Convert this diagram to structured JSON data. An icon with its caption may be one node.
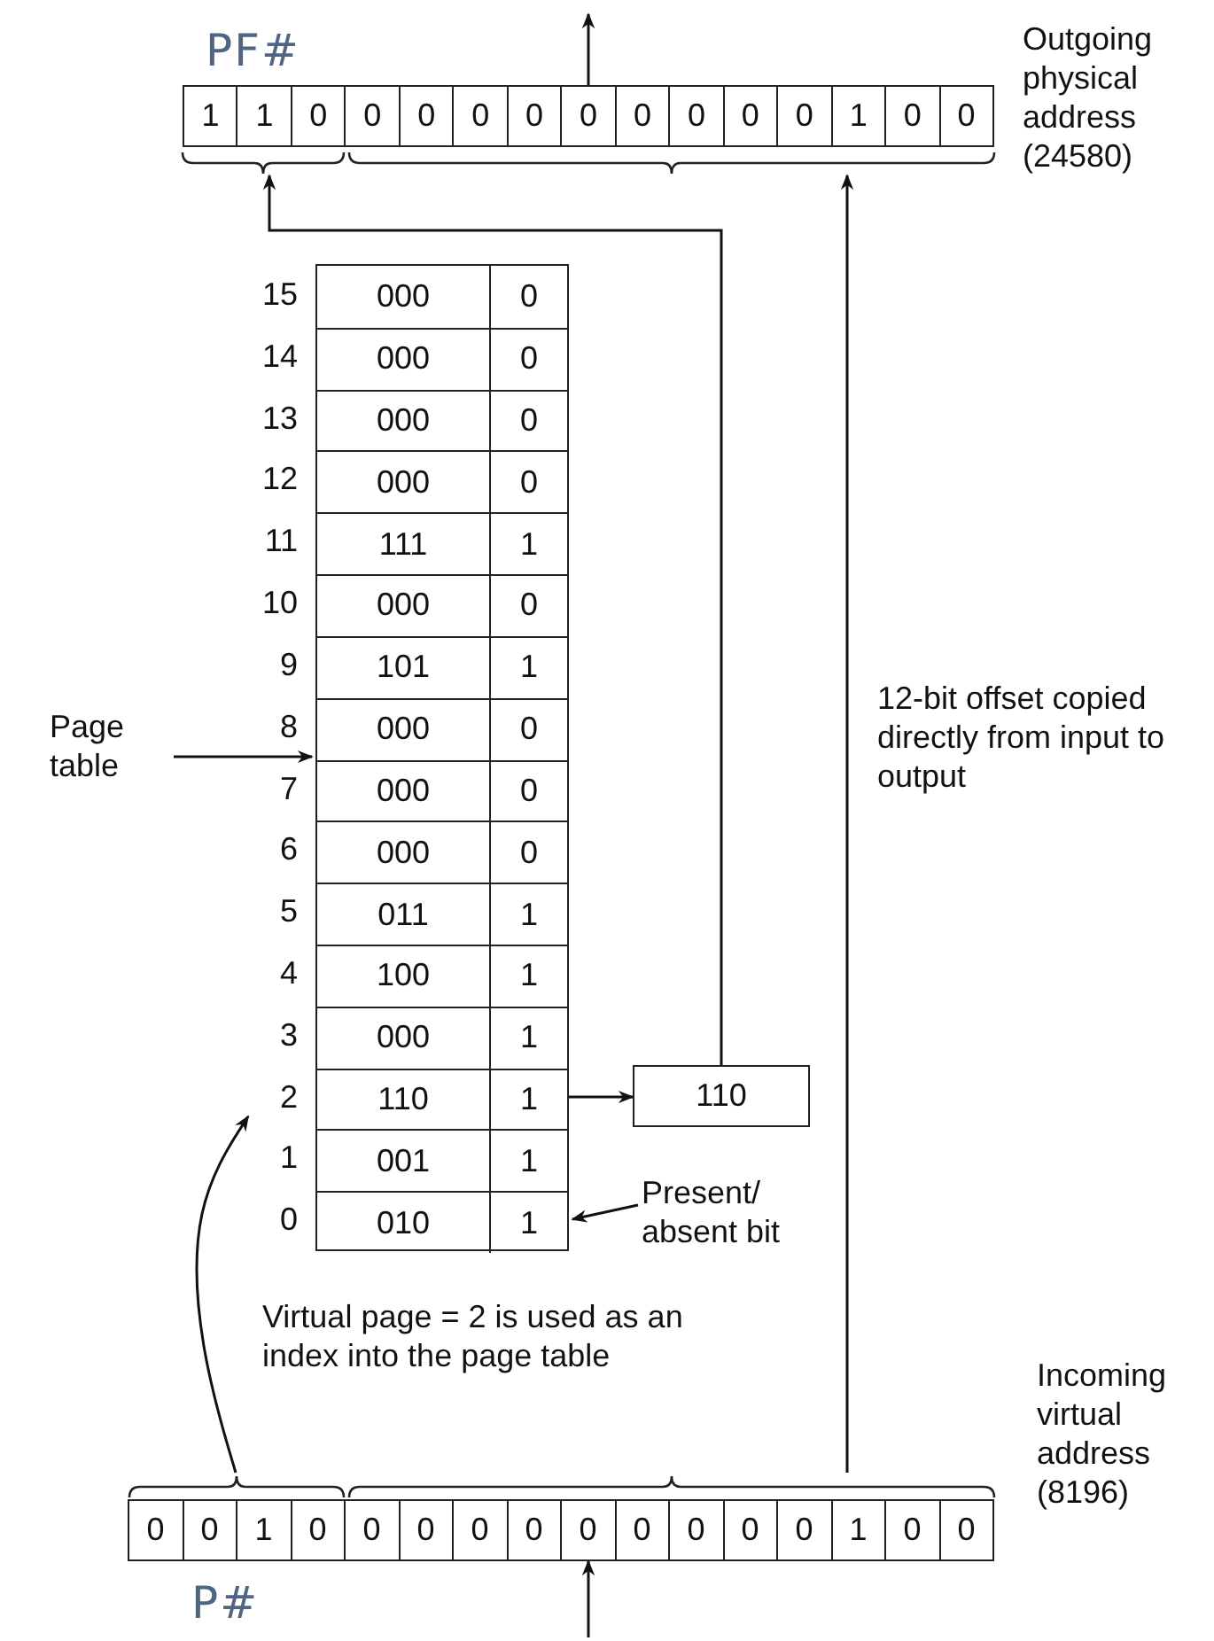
{
  "diagram": {
    "nodes": [
      {
        "text": [
          "1",
          "1",
          "0",
          "0",
          "0",
          "0",
          "0",
          "0",
          "0",
          "0",
          "0",
          "0",
          "1",
          "0",
          "0"
        ],
        "beside": [
          "Outgoing physical address (24580)"
        ]
      },
      {
        "text": [],
        "shape": "box"
      },
      {
        "text": [
          "000",
          "0"
        ],
        "in": 1
      },
      {
        "text": [
          "000",
          "0"
        ],
        "in": 1
      },
      {
        "text": [
          "000",
          "0"
        ],
        "in": 1
      },
      {
        "text": [
          "000",
          "0"
        ],
        "in": 1
      },
      {
        "text": [
          "111",
          "1"
        ],
        "in": 1
      },
      {
        "text": [
          "000",
          "0"
        ],
        "in": 1
      },
      {
        "text": [
          "101",
          "1"
        ],
        "in": 1
      },
      {
        "text": [
          "000",
          "0"
        ],
        "in": 1
      },
      {
        "text": [
          "000",
          "0"
        ],
        "in": 1
      },
      {
        "text": [
          "000",
          "0"
        ],
        "in": 1
      },
      {
        "text": [
          "011",
          "1"
        ],
        "in": 1
      },
      {
        "text": [
          "100",
          "1"
        ],
        "in": 1
      },
      {
        "text": [
          "000",
          "1"
        ],
        "in": 1
      },
      {
        "text": [
          "110",
          "1"
        ],
        "in": 1
      },
      {
        "text": [
          "001",
          "1"
        ],
        "in": 1
      },
      {
        "text": [
          "010",
          "1"
        ],
        "in": 1
      },
      {
        "text": [
          "Page table"
        ]
      },
      {
        "text": [
          "110"
        ]
      },
      {
        "text": [
          "Present/ absent bit"
        ]
      },
      {
        "text": [
          "0",
          "0",
          "1",
          "0",
          "0",
          "0",
          "0",
          "0",
          "0",
          "0",
          "0",
          "0",
          "0",
          "1",
          "0",
          "0"
        ],
        "beside": [
          "Incoming virtual address (8196)"
        ]
      }
    ],
    "edges": [
      {
        "from": 0,
        "to": null,
        "arrow": "to"
      },
      {
        "from": null,
        "to": 21,
        "arrow": "to"
      },
      {
        "from": 21,
        "to": 0,
        "arrow": "to"
      },
      {
        "from": 21,
        "to": 15,
        "arrow": "to"
      },
      {
        "from": 15,
        "to": 19,
        "arrow": "to"
      },
      {
        "from": 19,
        "to": 0,
        "arrow": "to"
      },
      {
        "from": 18,
        "to": 1,
        "arrow": "to"
      },
      {
        "from": 20,
        "to": 17,
        "arrow": "to"
      }
    ],
    "labels": [
      "PF#",
      "15",
      "14",
      "13",
      "12",
      "11",
      "10",
      "9",
      "8",
      "7",
      "6",
      "5",
      "4",
      "3",
      "2",
      "1",
      "0",
      "12-bit offset copied directly from input to output",
      "Virtual page = 2 is used as an index into the page table",
      "P#"
    ]
  }
}
